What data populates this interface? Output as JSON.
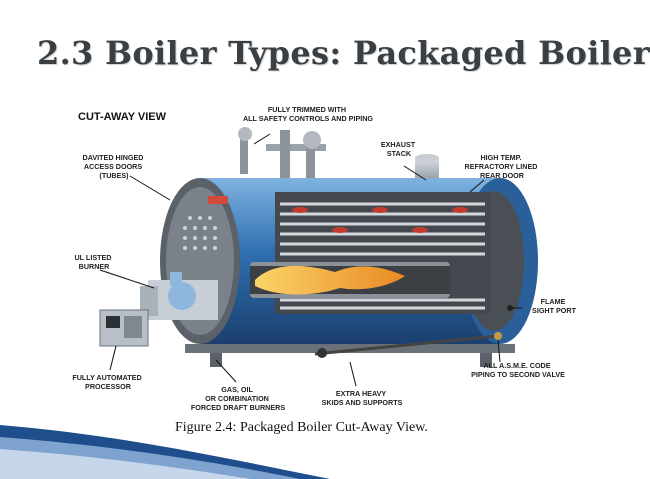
{
  "slide": {
    "title": "2.3 Boiler Types: Packaged Boiler",
    "caption": "Figure 2.4: Packaged Boiler Cut-Away View."
  },
  "figure": {
    "heading": "CUT-AWAY VIEW",
    "labels": {
      "trimmed": [
        "FULLY TRIMMED WITH",
        "ALL SAFETY CONTROLS AND PIPING"
      ],
      "exhaust": [
        "EXHAUST",
        "STACK"
      ],
      "refractory": [
        "HIGH TEMP.",
        "REFRACTORY LINED",
        "REAR DOOR"
      ],
      "davited": [
        "DAVITED HINGED",
        "ACCESS DOORS",
        "(TUBES)"
      ],
      "burner": [
        "UL LISTED",
        "BURNER"
      ],
      "flame": [
        "FLAME",
        "SIGHT PORT"
      ],
      "asme": [
        "ALL A.S.M.E. CODE",
        "PIPING TO SECOND VALVE"
      ],
      "processor": [
        "FULLY AUTOMATED",
        "PROCESSOR"
      ],
      "gas": [
        "GAS, OIL",
        "OR COMBINATION",
        "FORCED DRAFT BURNERS"
      ],
      "skids": [
        "EXTRA HEAVY",
        "SKIDS AND SUPPORTS"
      ]
    }
  },
  "colors": {
    "title": "#3a3f44",
    "shell_blue": "#2f6fb0",
    "flame": "#f2a93b",
    "swoosh": "#1f4e8c"
  }
}
